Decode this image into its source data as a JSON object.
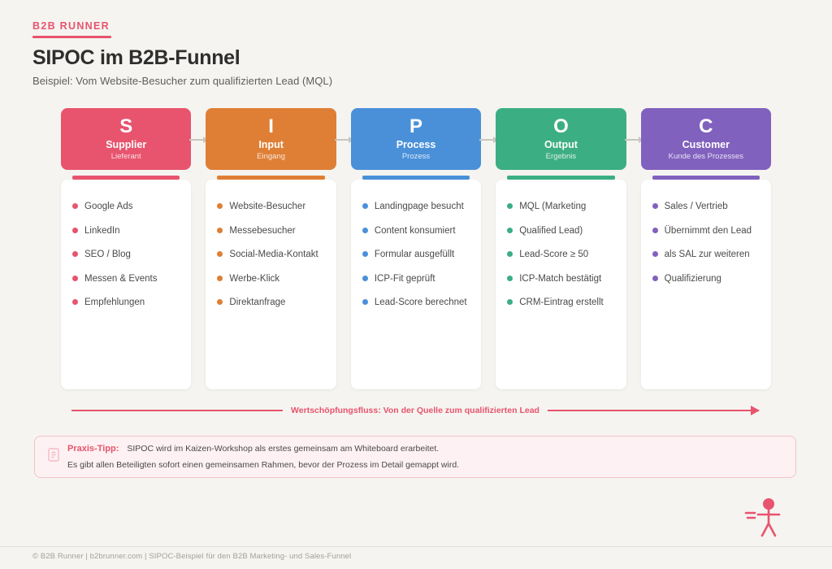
{
  "brand": {
    "name": "B2B RUNNER"
  },
  "header": {
    "title": "SIPOC im B2B-Funnel",
    "subtitle": "Beispiel: Vom Website-Besucher zum qualifizierten Lead (MQL)"
  },
  "colors": {
    "background": "#F5F4F0",
    "accent": "#E8546E",
    "supplier": "#E8546E",
    "input": "#DF7F35",
    "process": "#4A90D9",
    "output": "#3CAE83",
    "customer": "#8161BE",
    "connector": "#C9C6C0",
    "card": "#FFFFFF",
    "tip_bg": "#FDF1F3",
    "tip_border": "#F2C3CC"
  },
  "columns": [
    {
      "letter": "S",
      "name": "Supplier",
      "sub": "Lieferant",
      "color": "#E8546E",
      "items": [
        "Google Ads",
        "LinkedIn",
        "SEO / Blog",
        "Messen & Events",
        "Empfehlungen"
      ]
    },
    {
      "letter": "I",
      "name": "Input",
      "sub": "Eingang",
      "color": "#DF7F35",
      "items": [
        "Website-Besucher",
        "Messebesucher",
        "Social-Media-Kontakt",
        "Werbe-Klick",
        "Direktanfrage"
      ]
    },
    {
      "letter": "P",
      "name": "Process",
      "sub": "Prozess",
      "color": "#4A90D9",
      "items": [
        "Landingpage besucht",
        "Content konsumiert",
        "Formular ausgefüllt",
        "ICP-Fit geprüft",
        "Lead-Score berechnet"
      ]
    },
    {
      "letter": "O",
      "name": "Output",
      "sub": "Ergebnis",
      "color": "#3CAE83",
      "items": [
        "MQL (Marketing",
        "Qualified Lead)",
        "Lead-Score ≥ 50",
        "ICP-Match bestätigt",
        "CRM-Eintrag erstellt"
      ]
    },
    {
      "letter": "C",
      "name": "Customer",
      "sub": "Kunde des Prozesses",
      "color": "#8161BE",
      "items": [
        "Sales / Vertrieb",
        "Übernimmt den Lead",
        "als SAL zur weiteren",
        "Qualifizierung"
      ]
    }
  ],
  "flow": {
    "label": "Wertschöpfungsfluss: Von der Quelle zum qualifizierten Lead"
  },
  "tip": {
    "icon": "note-icon",
    "label": "Praxis-Tipp:",
    "line1": "SIPOC wird im Kaizen-Workshop als erstes gemeinsam am Whiteboard erarbeitet.",
    "line2": "Es gibt allen Beteiligten sofort einen gemeinsamen Rahmen, bevor der Prozess im Detail gemappt wird."
  },
  "footer": {
    "text": "© B2B Runner  |  b2brunner.com  |  SIPOC-Beispiel für den B2B Marketing- und Sales-Funnel"
  }
}
